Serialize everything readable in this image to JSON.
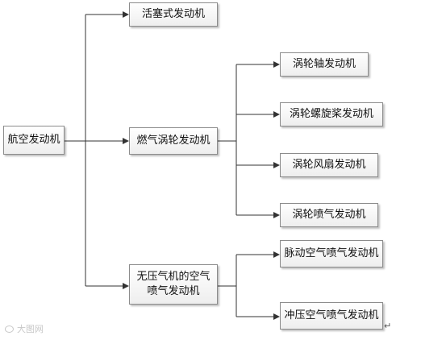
{
  "diagram": {
    "root": "航空发动机",
    "branches": [
      "活塞式发动机",
      "燃气涡轮发动机",
      "无压气机的空气\n喷气发动机"
    ],
    "turbine_children": [
      "涡轮轴发动机",
      "涡轮螺旋桨发动机",
      "涡轮风扇发动机",
      "涡轮喷气发动机"
    ],
    "compressorless_children": [
      "脉动空气喷气发动机",
      "冲压空气喷气发动机"
    ]
  },
  "watermark": "大图网",
  "colors": {
    "line": "#333333",
    "box_border": "#8c8c8c",
    "watermark": "#c8c8c8"
  },
  "icons": {
    "watermark": "camera-icon",
    "return_mark": "paragraph-return-icon"
  }
}
